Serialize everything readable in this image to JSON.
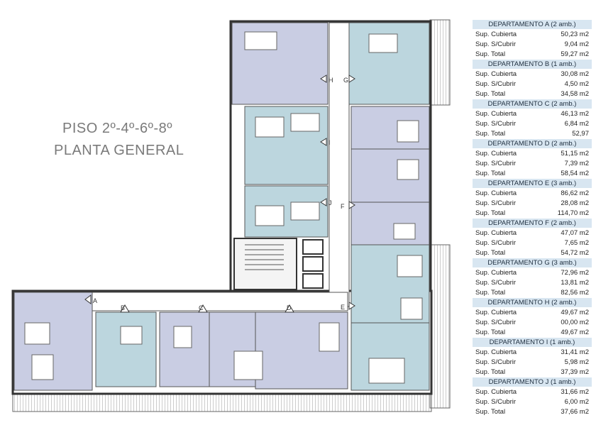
{
  "plan": {
    "title_line1": "PISO 2º-4º-6º-8º",
    "title_line2": "PLANTA GENERAL",
    "unit_markers": [
      "A",
      "B",
      "C",
      "D",
      "E",
      "F",
      "G",
      "H",
      "I",
      "J"
    ],
    "colors": {
      "blue_unit": "#bcd6de",
      "lilac_unit": "#c9cde3",
      "wall": "#333333",
      "balcony": "#888888"
    }
  },
  "departments": [
    {
      "name": "DEPARTAMENTO A (2 amb.)",
      "rows": [
        {
          "label": "Sup. Cubierta",
          "value": "50,23 m2"
        },
        {
          "label": "Sup. S/Cubrir",
          "value": "9,04 m2"
        },
        {
          "label": "Sup. Total",
          "value": "59,27 m2"
        }
      ]
    },
    {
      "name": "DEPARTAMENTO B (1 amb.)",
      "rows": [
        {
          "label": "Sup. Cubierta",
          "value": "30,08 m2"
        },
        {
          "label": "Sup. S/Cubrir",
          "value": "4,50 m2"
        },
        {
          "label": "Sup. Total",
          "value": "34,58 m2"
        }
      ]
    },
    {
      "name": "DEPARTAMENTO C (2 amb.)",
      "rows": [
        {
          "label": "Sup. Cubierta",
          "value": "46,13 m2"
        },
        {
          "label": "Sup. S/Cubrir",
          "value": "6,84 m2"
        },
        {
          "label": "Sup. Total",
          "value": "52,97"
        }
      ]
    },
    {
      "name": "DEPARTAMENTO D (2 amb.)",
      "rows": [
        {
          "label": "Sup. Cubierta",
          "value": "51,15 m2"
        },
        {
          "label": "Sup. S/Cubrir",
          "value": "7,39 m2"
        },
        {
          "label": "Sup. Total",
          "value": "58,54 m2"
        }
      ]
    },
    {
      "name": "DEPARTAMENTO E (3 amb.)",
      "rows": [
        {
          "label": "Sup. Cubierta",
          "value": "86,62 m2"
        },
        {
          "label": "Sup. S/Cubrir",
          "value": "28,08 m2"
        },
        {
          "label": "Sup. Total",
          "value": "114,70 m2"
        }
      ]
    },
    {
      "name": "DEPARTAMENTO F (2 amb.)",
      "rows": [
        {
          "label": "Sup. Cubierta",
          "value": "47,07 m2"
        },
        {
          "label": "Sup. S/Cubrir",
          "value": "7,65 m2"
        },
        {
          "label": "Sup. Total",
          "value": "54,72 m2"
        }
      ]
    },
    {
      "name": "DEPARTAMENTO G (3 amb.)",
      "rows": [
        {
          "label": "Sup. Cubierta",
          "value": "72,96 m2"
        },
        {
          "label": "Sup. S/Cubrir",
          "value": "13,81 m2"
        },
        {
          "label": "Sup. Total",
          "value": "82,56 m2"
        }
      ]
    },
    {
      "name": "DEPARTAMENTO H (2 amb.)",
      "rows": [
        {
          "label": "Sup. Cubierta",
          "value": "49,67 m2"
        },
        {
          "label": "Sup. S/Cubrir",
          "value": "00,00 m2"
        },
        {
          "label": "Sup. Total",
          "value": "49,67 m2"
        }
      ]
    },
    {
      "name": "DEPARTAMENTO I (1 amb.)",
      "rows": [
        {
          "label": "Sup. Cubierta",
          "value": "31,41 m2"
        },
        {
          "label": "Sup. S/Cubrir",
          "value": "5,98 m2"
        },
        {
          "label": "Sup. Total",
          "value": "37,39 m2"
        }
      ]
    },
    {
      "name": "DEPARTAMENTO J (1 amb.)",
      "rows": [
        {
          "label": "Sup. Cubierta",
          "value": "31,66 m2"
        },
        {
          "label": "Sup. S/Cubrir",
          "value": "6,00 m2"
        },
        {
          "label": "Sup. Total",
          "value": "37,66 m2"
        }
      ]
    }
  ]
}
